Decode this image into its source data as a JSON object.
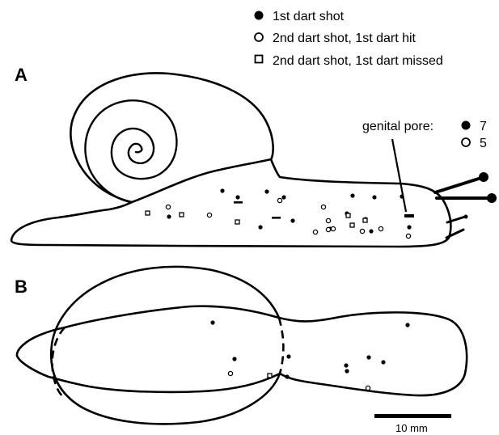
{
  "legend": {
    "filled": "1st dart shot",
    "open_circle": "2nd dart shot, 1st dart hit",
    "open_square": "2nd dart shot, 1st dart missed"
  },
  "panel_a": {
    "label": "A"
  },
  "panel_b": {
    "label": "B"
  },
  "genital_pore": {
    "label": "genital pore:",
    "filled_count": "7",
    "open_count": "5"
  },
  "scale_bar": {
    "label": "10 mm"
  }
}
